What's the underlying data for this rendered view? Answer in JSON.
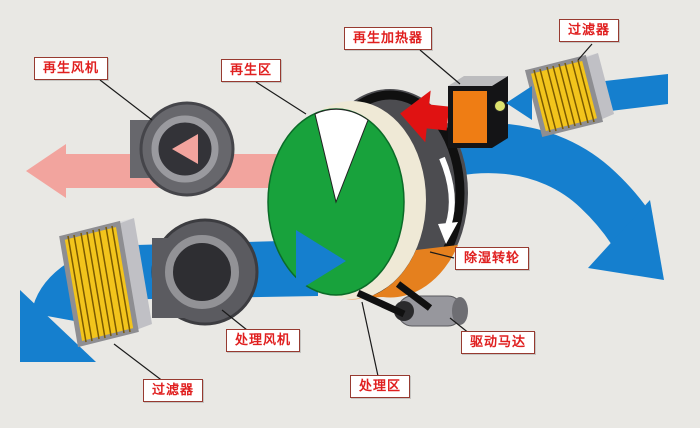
{
  "labels": {
    "regen_fan": "再生风机",
    "regen_zone": "再生区",
    "regen_heater": "再生加热器",
    "filter_top": "过滤器",
    "wheel": "除湿转轮",
    "motor": "驱动马达",
    "process_zone": "处理区",
    "process_fan": "处理风机",
    "filter_bottom": "过滤器"
  },
  "colors": {
    "background": "#e9e8e4",
    "flow_blue": "#157fce",
    "regen_pink": "#f2a49e",
    "hot_red": "#e01212",
    "wheel_green": "#18a23c",
    "wheel_rim": "#efe9d6",
    "wheel_dark": "#4c4c50",
    "sector_orange": "#e5801e",
    "filter_yellow": "#f2c41c",
    "heater_orange": "#ef7d14",
    "label_red": "#e02020"
  }
}
